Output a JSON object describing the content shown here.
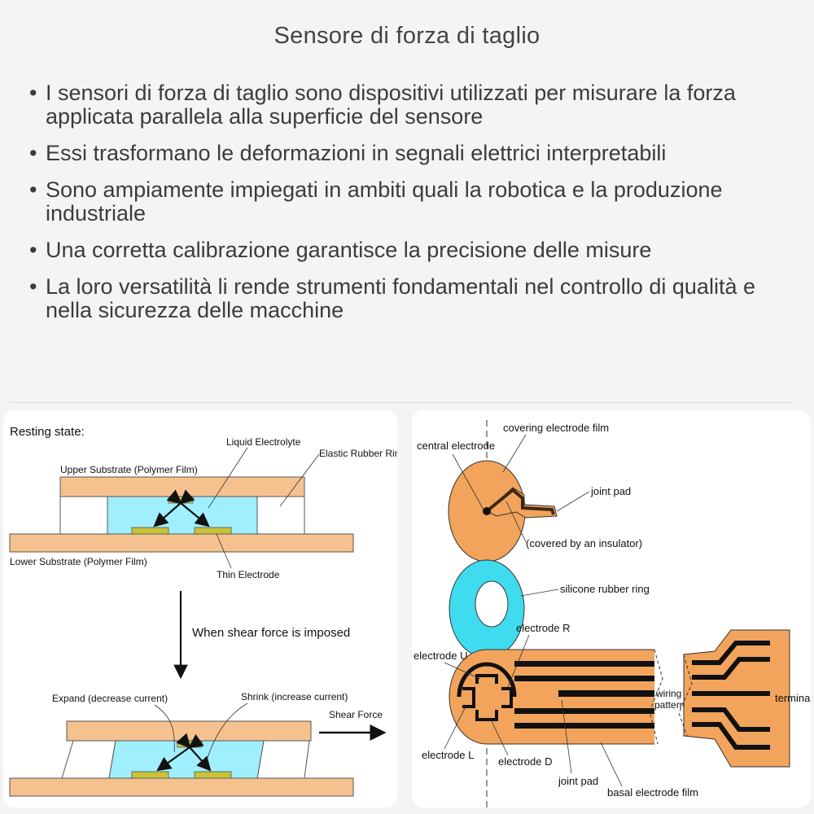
{
  "title": "Sensore di forza di taglio",
  "bullets": [
    "I sensori di forza di taglio sono dispositivi utilizzati per misurare la forza applicata parallela alla superficie del sensore",
    "Essi trasformano le deformazioni in segnali elettrici interpretabili",
    "Sono ampiamente impiegati in ambiti quali la robotica e la produzione industriale",
    "Una corretta calibrazione garantisce la precisione delle misure",
    "La loro versatilità li rende strumenti fondamentali nel controllo di qualità e nella sicurezza delle macchine"
  ],
  "left_diagram": {
    "resting_state": "Resting state:",
    "liquid_electrolyte": "Liquid Electrolyte",
    "elastic_rubber_ring": "Elastic Rubber Ring",
    "upper_substrate": "Upper Substrate (Polymer Film)",
    "lower_substrate": "Lower Substrate (Polymer Film)",
    "thin_electrode": "Thin Electrode",
    "when_shear": "When shear force is imposed",
    "expand": "Expand (decrease current)",
    "shrink": "Shrink (increase current)",
    "shear_force": "Shear Force"
  },
  "right_diagram": {
    "central_electrode": "central electrode",
    "covering_electrode_film": "covering electrode film",
    "joint_pad_top": "joint pad",
    "covered_insulator": "(covered by an insulator)",
    "silicone_ring": "silicone rubber ring",
    "electrode_r": "electrode R",
    "electrode_u": "electrode U",
    "electrode_l": "electrode L",
    "electrode_d": "electrode D",
    "joint_pad_bottom": "joint pad",
    "basal_film": "basal electrode film",
    "wiring": "wiring",
    "pattern": "pattern",
    "terminal": "terminal"
  },
  "colors": {
    "substrate": "#f5c28f",
    "electrolyte": "#9fefff",
    "electrode": "#c8c23a",
    "film_orange": "#f2a45c",
    "ring_cyan": "#3fdcef"
  }
}
